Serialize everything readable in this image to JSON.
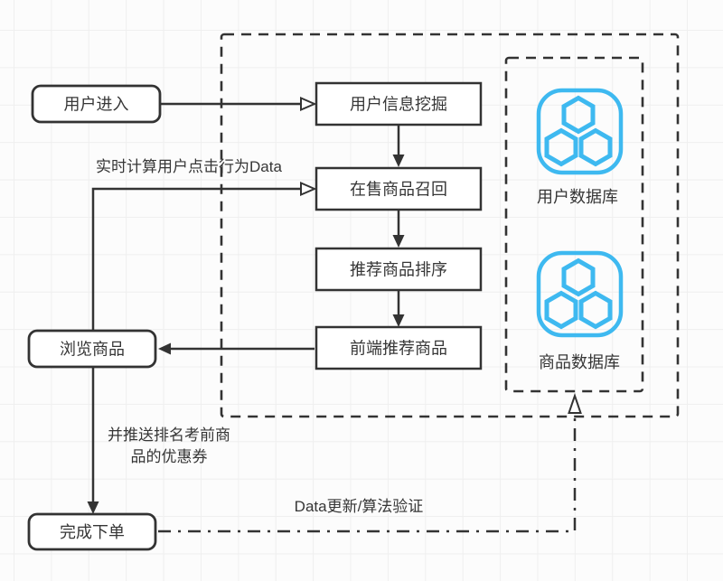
{
  "canvas": {
    "background": "#fcfcfc",
    "grid_color": "#efefef"
  },
  "colors": {
    "line": "#333333",
    "text": "#363636",
    "icon_blue": "#3eb9f0",
    "node_fill": "#ffffff"
  },
  "nodes": {
    "user_enter": "用户进入",
    "user_info_mining": "用户信息挖掘",
    "onsale_recall": "在售商品召回",
    "rec_sort": "推荐商品排序",
    "frontend_rec": "前端推荐商品",
    "browse": "浏览商品",
    "order": "完成下单"
  },
  "databases": {
    "user_db": "用户数据库",
    "product_db": "商品数据库"
  },
  "edge_labels": {
    "realtime": "实时计算用户点击行为Data",
    "coupon_line1": "并推送排名考前商",
    "coupon_line2": "品的优惠券",
    "data_update": "Data更新/算法验证"
  }
}
